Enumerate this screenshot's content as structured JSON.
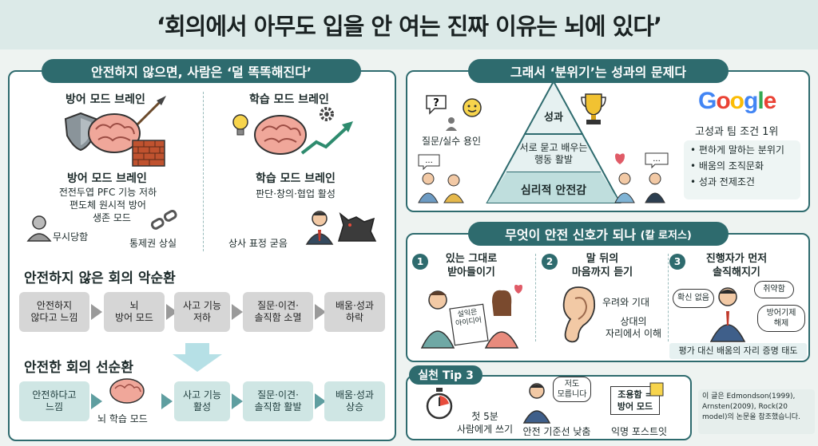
{
  "title": "‘회의에서 아무도 입을 안 여는 진짜 이유는 뇌에 있다’",
  "left": {
    "header": "안전하지 않으면, 사람은 ‘덜 똑똑해진다’",
    "defense": {
      "top_label": "방어 모드 브레인",
      "label": "방어 모드 브레인",
      "desc": [
        "전전두엽 PFC 기능 저하",
        "편도체 원시적 방어",
        "생존 모드"
      ],
      "ignored": "무시당함",
      "lost_control": "통제권 상실"
    },
    "learning": {
      "top_label": "학습 모드 브레인",
      "label": "학습 모드 브레인",
      "desc": "판단·창의·협업 활성",
      "boss": "상사 표정 굳음"
    },
    "vicious": {
      "title": "안전하지 않은 회의 악순환",
      "steps": [
        "안전하지\n않다고 느낌",
        "뇌\n방어 모드",
        "사고 기능\n저하",
        "질문·이견·\n솔직함 소멸",
        "배움·성과\n하락"
      ]
    },
    "virtuous": {
      "title": "안전한 회의 선순환",
      "steps": [
        "안전하다고\n느낌",
        "사고 기능\n활성",
        "질문·이견·\n솔직함 활발",
        "배움·성과\n상승"
      ],
      "brain_label": "뇌 학습 모드"
    }
  },
  "right_top": {
    "header": "그래서 ‘분위기’는 성과의 문제다",
    "question_label": "질문/실수 용인",
    "pyramid": [
      "성과",
      "서로 묻고 배우는\n행동 활발",
      "심리적 안전감"
    ],
    "google_logo": "Google",
    "google_sub": "고성과 팀 조건 1위",
    "bullets": [
      "편하게 말하는 분위기",
      "배움의 조직문화",
      "성과 전제조건"
    ]
  },
  "right_mid": {
    "header": "무엇이 안전 신호가 되나",
    "header_sub": "(칼 로저스)",
    "items": [
      {
        "num": "1",
        "title": "있는 그대로\n받아들이기",
        "note": "설익은\n아이디어"
      },
      {
        "num": "2",
        "title": "말 뒤의\n마음까지 듣기",
        "note1": "우려와 기대",
        "note2": "상대의\n자리에서 이해"
      },
      {
        "num": "3",
        "title": "진행자가 먼저\n솔직해지기",
        "b1": "확신 없음",
        "b2": "취약함",
        "b3": "방어기제\n해제"
      }
    ],
    "footer": "평가 대신 배움의 자리 증명 태도"
  },
  "tips": {
    "header": "실천 Tip 3",
    "items": [
      "첫 5분\n사람에게 쓰기",
      "안전 기준선 낮춤",
      "익명 포스트잇"
    ],
    "bubble": "저도\n모릅니다",
    "board": "조용함 =\n방어 모드"
  },
  "ref": "이 글은 Edmondson(1999),\nArnsten(2009), Rock(20\nmodel)의 논문을 참조했습니다.",
  "colors": {
    "accent": "#2e6b6e",
    "title_bg": "#dceae8",
    "flow_gray": "#d6d6d6",
    "flow_teal": "#cfe6e4"
  },
  "icons": [
    "shield-icon",
    "spear-icon",
    "brick-wall-icon",
    "brain-icon",
    "lightbulb-icon",
    "gear-icon",
    "growth-arrow-icon",
    "broken-chain-icon",
    "wolf-icon",
    "trophy-icon",
    "ear-icon",
    "stopwatch-icon",
    "sticky-note-icon"
  ]
}
